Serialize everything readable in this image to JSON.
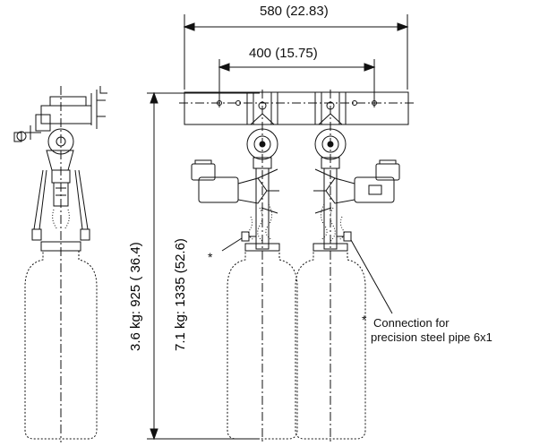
{
  "dimensions": {
    "overall_width": "580 (22.83)",
    "pitch": "400 (15.75)",
    "height_small": "3.6 kg: 925 ( 36.4)",
    "height_large": "7.1 kg: 1335 (52.6)"
  },
  "note": {
    "marker": "*",
    "line1": "Connection for",
    "line2": "precision steel pipe 6x1"
  },
  "colors": {
    "line": "#111111",
    "background": "#ffffff"
  }
}
